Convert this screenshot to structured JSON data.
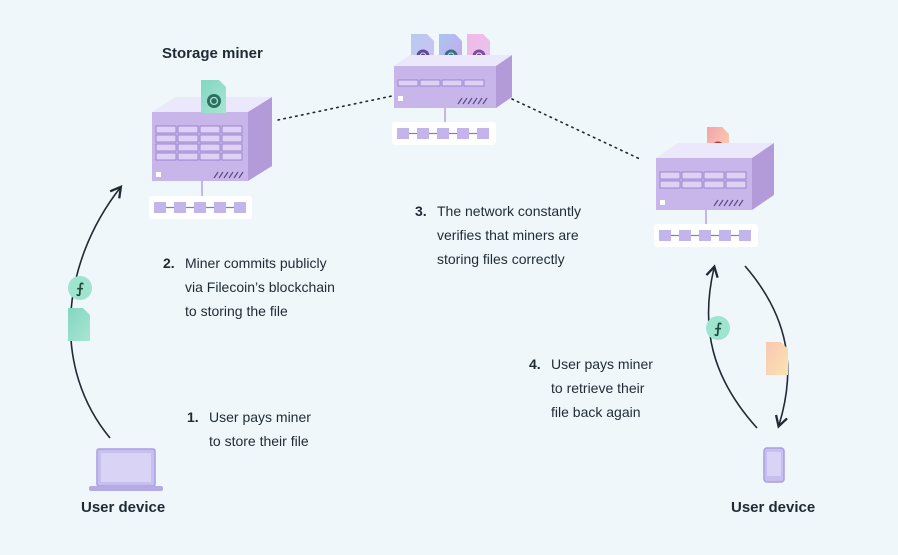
{
  "labels": {
    "storage_miner": "Storage miner",
    "user_device_left": "User device",
    "user_device_right": "User device"
  },
  "steps": [
    {
      "number": "1.",
      "lines": [
        "User pays miner",
        "to store their file"
      ]
    },
    {
      "number": "2.",
      "lines": [
        "Miner commits publicly",
        "via Filecoin’s blockchain",
        "to storing the file"
      ]
    },
    {
      "number": "3.",
      "lines": [
        "The network constantly",
        "verifies that miners are",
        "storing files correctly"
      ]
    },
    {
      "number": "4.",
      "lines": [
        "User pays miner",
        "to retrieve their",
        "file back again"
      ]
    }
  ],
  "icons": {
    "token_glyph": "⨍"
  },
  "colors": {
    "background": "#eff7fa",
    "server_top": "#ece8fb",
    "server_front": "#c8b6ea",
    "server_side": "#b39ad9",
    "server_grid": "#8f75c7",
    "chain_block": "#c4b4ec",
    "chain_frame": "#ffffff",
    "file_teal": "#8fdcc2",
    "file_purple": "#b8a4ea",
    "file_pink": "#f4a7b6",
    "file_orange": "#f8c9a3",
    "token_teal": "#9fe4cf",
    "device": "#c7c0ef",
    "arrow": "#1f2a33"
  }
}
